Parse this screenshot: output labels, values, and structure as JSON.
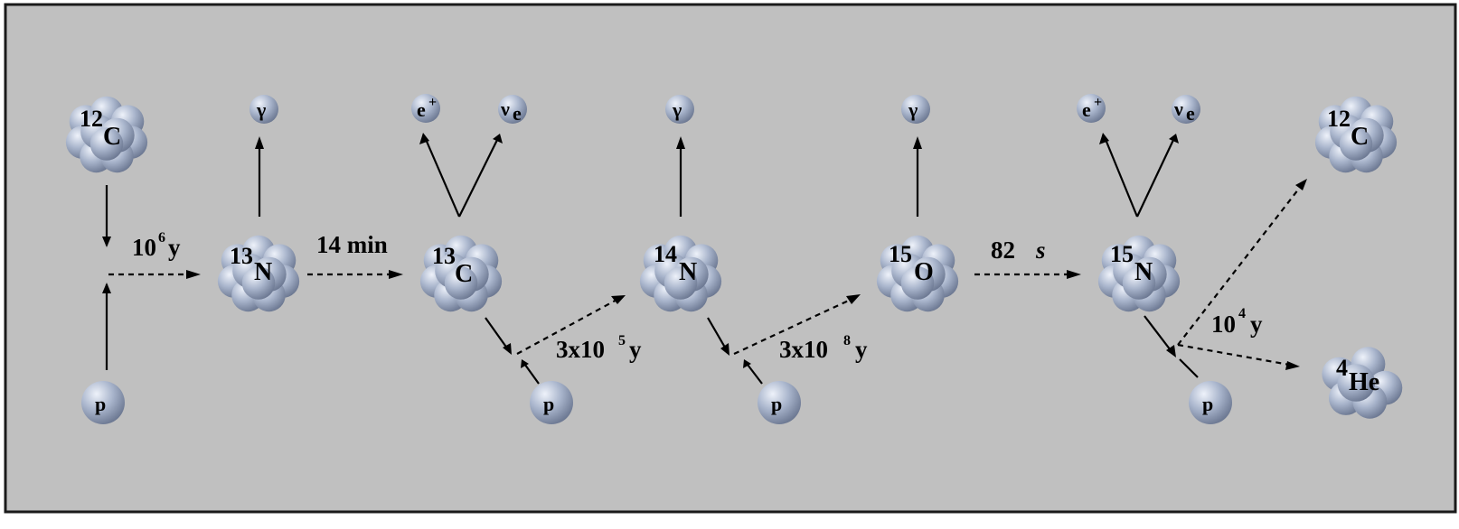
{
  "colors": {
    "background": "#c0c0c0",
    "border": "#1a1a1a",
    "sphere_light": "#eef2fa",
    "sphere_mid": "#a9b5cc",
    "sphere_dark": "#6a7690"
  },
  "nuclei": {
    "c12_start": {
      "mass": "12",
      "symbol": "C"
    },
    "n13": {
      "mass": "13",
      "symbol": "N"
    },
    "c13": {
      "mass": "13",
      "symbol": "C"
    },
    "n14": {
      "mass": "14",
      "symbol": "N"
    },
    "o15": {
      "mass": "15",
      "symbol": "O"
    },
    "n15": {
      "mass": "15",
      "symbol": "N"
    },
    "c12_end": {
      "mass": "12",
      "symbol": "C"
    },
    "he4": {
      "mass": "4",
      "symbol": "He"
    }
  },
  "particles": {
    "proton": "p",
    "gamma": "γ",
    "positron": "e",
    "positron_charge": "+",
    "neutrino": "ν",
    "neutrino_sub": "e"
  },
  "timescales": {
    "t1": {
      "base": "10",
      "exp": "6",
      "unit": "y"
    },
    "t2": {
      "text": "14 min"
    },
    "t3": {
      "base": "3x10",
      "exp": "5",
      "unit": "y"
    },
    "t4": {
      "base": "3x10",
      "exp": "8",
      "unit": "y"
    },
    "t5": {
      "value": "82",
      "unit": "s"
    },
    "t6": {
      "base": "10",
      "exp": "4",
      "unit": "y"
    }
  }
}
